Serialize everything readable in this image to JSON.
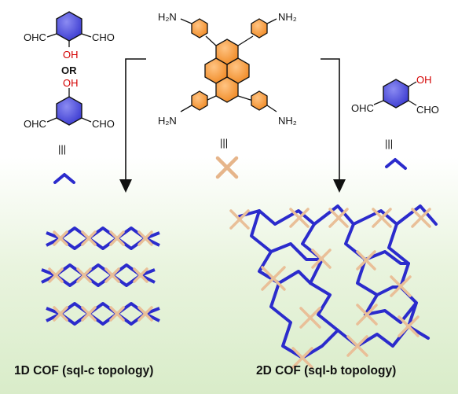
{
  "labels": {
    "ohc": "OHC",
    "cho": "CHO",
    "oh": "OH",
    "or": "OR",
    "h2n": "H₂N",
    "nh2": "NH₂",
    "equiv": "|||"
  },
  "captions": {
    "left": "1D COF (sql-c topology)",
    "right": "2D COF (sql-b topology)"
  },
  "colors": {
    "ring_blue": "#4646d8",
    "ring_orange": "#f59a3c",
    "linker_blue": "#2b2bcc",
    "node_tan": "#e9bf98",
    "hydroxyl_red": "#d40000",
    "background_green": "#dcedcb"
  },
  "icons": [
    "down-arrow-left",
    "down-arrow-right",
    "v-linker-icon",
    "x-node-icon"
  ]
}
